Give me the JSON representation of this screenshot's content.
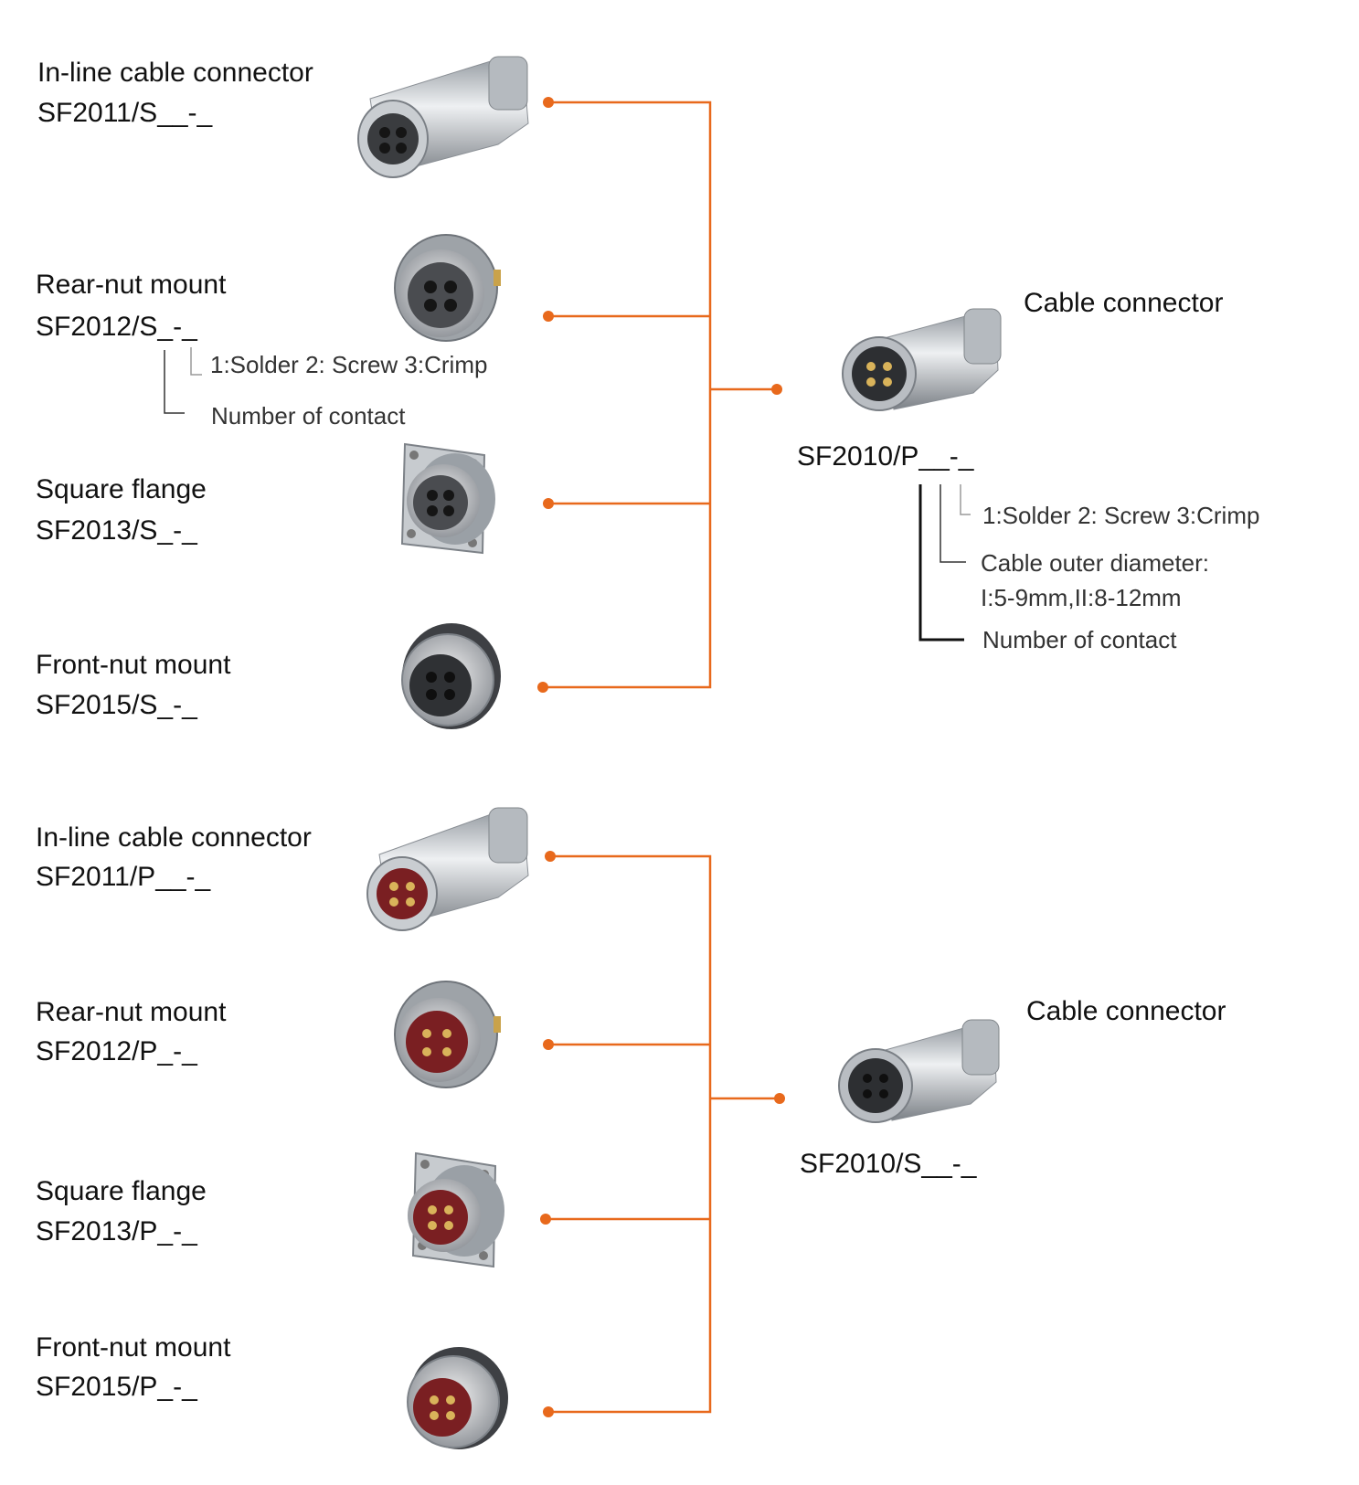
{
  "accent_color": "#E8691C",
  "group_s": {
    "items": [
      {
        "title": "In-line cable connector",
        "code": "SF2011/S__-_",
        "product": "inline-socket"
      },
      {
        "title": "Rear-nut mount",
        "code": "SF2012/S_-_",
        "product": "rear-nut-socket"
      },
      {
        "title": "Square flange",
        "code": "SF2013/S_-_",
        "product": "square-flange-socket"
      },
      {
        "title": "Front-nut mount",
        "code": "SF2015/S_-_",
        "product": "front-nut-socket"
      }
    ],
    "code_notes": [
      "1:Solder 2: Screw 3:Crimp",
      "Number of contact"
    ],
    "target": {
      "title": "Cable connector",
      "code": "SF2010/P__-_",
      "notes": [
        "1:Solder 2: Screw 3:Crimp",
        "Cable outer diameter:",
        "I:5-9mm,II:8-12mm",
        "Number of contact"
      ]
    }
  },
  "group_p": {
    "items": [
      {
        "title": "In-line cable connector",
        "code": "SF2011/P__-_",
        "product": "inline-plug"
      },
      {
        "title": "Rear-nut mount",
        "code": "SF2012/P_-_",
        "product": "rear-nut-plug"
      },
      {
        "title": "Square flange",
        "code": "SF2013/P_-_",
        "product": "square-flange-plug"
      },
      {
        "title": "Front-nut mount",
        "code": "SF2015/P_-_",
        "product": "front-nut-plug"
      }
    ],
    "target": {
      "title": "Cable connector",
      "code": "SF2010/S__-_"
    }
  }
}
